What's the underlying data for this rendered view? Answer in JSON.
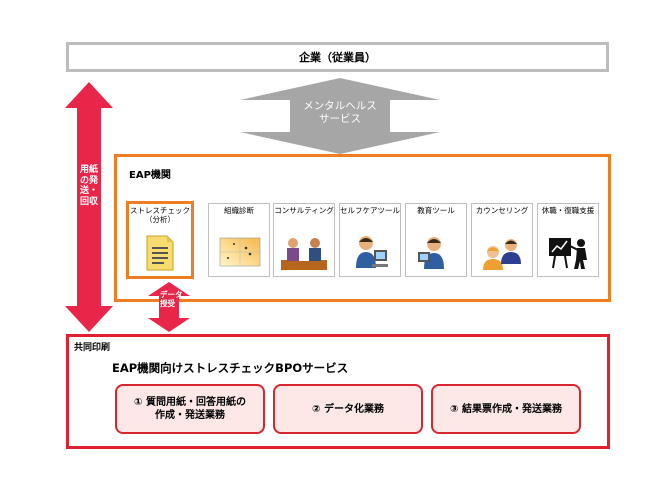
{
  "company": {
    "label": "企業（従業員）"
  },
  "mental_health": {
    "label_line1": "メンタルヘルス",
    "label_line2": "サービス"
  },
  "left_arrow": {
    "label": "用紙の発送・回収"
  },
  "eap": {
    "title": "EAP機関",
    "services": [
      {
        "label": "ストレスチェック（分析）",
        "icon": "document-icon",
        "highlight": true
      },
      {
        "label": "組織診断",
        "icon": "scatter-chart-icon",
        "highlight": false
      },
      {
        "label": "コンサルティング",
        "icon": "consulting-people-icon",
        "highlight": false
      },
      {
        "label": "セルフケアツール",
        "icon": "computer-user-icon",
        "highlight": false
      },
      {
        "label": "教育ツール",
        "icon": "computer-user-icon",
        "highlight": false
      },
      {
        "label": "カウンセリング",
        "icon": "two-people-icon",
        "highlight": false
      },
      {
        "label": "休職・復職支援",
        "icon": "presentation-icon",
        "highlight": false
      }
    ]
  },
  "data_arrow": {
    "label": "データ授受"
  },
  "kyodo": {
    "label": "共同印刷",
    "bpo_title": "EAP機関向けストレスチェックBPOサービス",
    "tasks": [
      {
        "line1": "① 質問用紙・回答用紙の",
        "line2": "作成・発送業務"
      },
      {
        "line1": "② データ化業務",
        "line2": ""
      },
      {
        "line1": "③ 結果票作成・発送業務",
        "line2": ""
      }
    ]
  }
}
